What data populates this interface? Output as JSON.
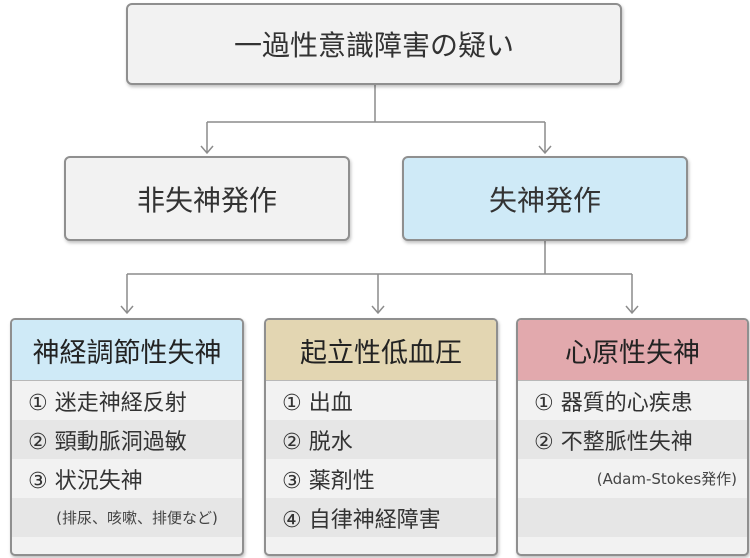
{
  "top": {
    "label": "一過性意識障害の疑い"
  },
  "middle": [
    {
      "label": "非失神発作"
    },
    {
      "label": "失神発作"
    }
  ],
  "cards": [
    {
      "title": "神経調節性失神",
      "items": [
        "① 迷走神経反射",
        "② 頸動脈洞過敏",
        "③ 状況失神"
      ],
      "note": "(排尿、咳嗽、排便など)"
    },
    {
      "title": "起立性低血圧",
      "items": [
        "① 出血",
        "② 脱水",
        "③ 薬剤性",
        "④ 自律神経障害"
      ]
    },
    {
      "title": "心原性失神",
      "items": [
        "① 器質的心疾患",
        "② 不整脈性失神"
      ],
      "note": "(Adam-Stokes発作)"
    }
  ],
  "colors": {
    "light_blue": "#cfeaf7",
    "tan": "#e3d6b2",
    "pink": "#e2a9ad",
    "gray": "#f2f2f2"
  }
}
